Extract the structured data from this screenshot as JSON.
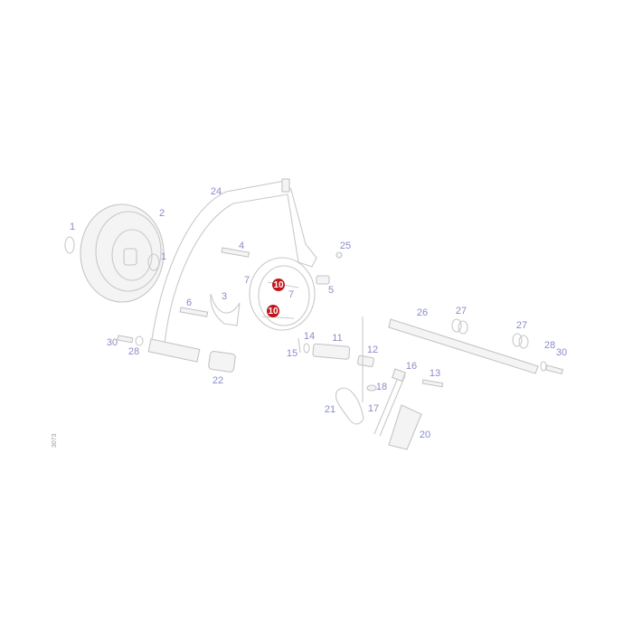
{
  "diagram": {
    "drawing_code": "3073",
    "highlight_color": "#c0161b",
    "label_color": "#8a8cc8",
    "callouts": [
      {
        "id": "24",
        "text": "24"
      },
      {
        "id": "2",
        "text": "2"
      },
      {
        "id": "1a",
        "text": "1"
      },
      {
        "id": "1b",
        "text": "1"
      },
      {
        "id": "4",
        "text": "4"
      },
      {
        "id": "25",
        "text": "25"
      },
      {
        "id": "7a",
        "text": "7"
      },
      {
        "id": "7b",
        "text": "7"
      },
      {
        "id": "5",
        "text": "5"
      },
      {
        "id": "3",
        "text": "3"
      },
      {
        "id": "6",
        "text": "6"
      },
      {
        "id": "30a",
        "text": "30"
      },
      {
        "id": "28a",
        "text": "28"
      },
      {
        "id": "14",
        "text": "14"
      },
      {
        "id": "11",
        "text": "11"
      },
      {
        "id": "15",
        "text": "15"
      },
      {
        "id": "22",
        "text": "22"
      },
      {
        "id": "12",
        "text": "12"
      },
      {
        "id": "26",
        "text": "26"
      },
      {
        "id": "27a",
        "text": "27"
      },
      {
        "id": "27b",
        "text": "27"
      },
      {
        "id": "28b",
        "text": "28"
      },
      {
        "id": "30b",
        "text": "30"
      },
      {
        "id": "16",
        "text": "16"
      },
      {
        "id": "13",
        "text": "13"
      },
      {
        "id": "18",
        "text": "18"
      },
      {
        "id": "21",
        "text": "21"
      },
      {
        "id": "17",
        "text": "17"
      },
      {
        "id": "20",
        "text": "20"
      }
    ],
    "highlighted": [
      {
        "id": "10a",
        "text": "10"
      },
      {
        "id": "10b",
        "text": "10"
      }
    ]
  }
}
